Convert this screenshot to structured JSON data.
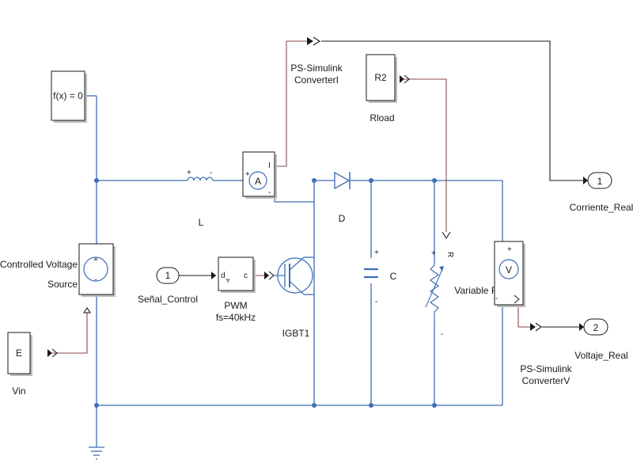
{
  "blocks": {
    "fcn": {
      "text": "f(x) = 0"
    },
    "controlled_source": {
      "label_line1": "Controlled Voltage",
      "label_line2": "Source"
    },
    "vin": {
      "symbol": "E",
      "label": "Vin"
    },
    "inductor": {
      "label": "L"
    },
    "ammeter": {
      "symbol": "A"
    },
    "ps_converter_i": {
      "label_line1": "PS-Simulink",
      "label_line2": "ConverterI"
    },
    "rload": {
      "symbol": "R2",
      "label": "Rload"
    },
    "diode": {
      "label": "D"
    },
    "capacitor": {
      "label": "C"
    },
    "variable_r": {
      "label": "Variable R",
      "port_label": "R"
    },
    "voltmeter": {
      "symbol": "V"
    },
    "igbt": {
      "label": "IGBT1"
    },
    "pwm": {
      "label_line1": "PWM",
      "label_line2": "fs=40kHz",
      "port_d": "d",
      "port_c": "c"
    },
    "inport_control": {
      "number": "1",
      "label": "Señal_Control"
    },
    "outport_current": {
      "number": "1",
      "label": "Corriente_Real"
    },
    "outport_voltage": {
      "number": "2",
      "label": "Voltaje_Real"
    },
    "ps_converter_v": {
      "label_line1": "PS-Simulink",
      "label_line2": "ConverterV"
    }
  },
  "colors": {
    "physical_wire": "#3e6eb5",
    "ps_signal": "#8a4a4a",
    "simulink_signal": "#1a1a1a"
  }
}
